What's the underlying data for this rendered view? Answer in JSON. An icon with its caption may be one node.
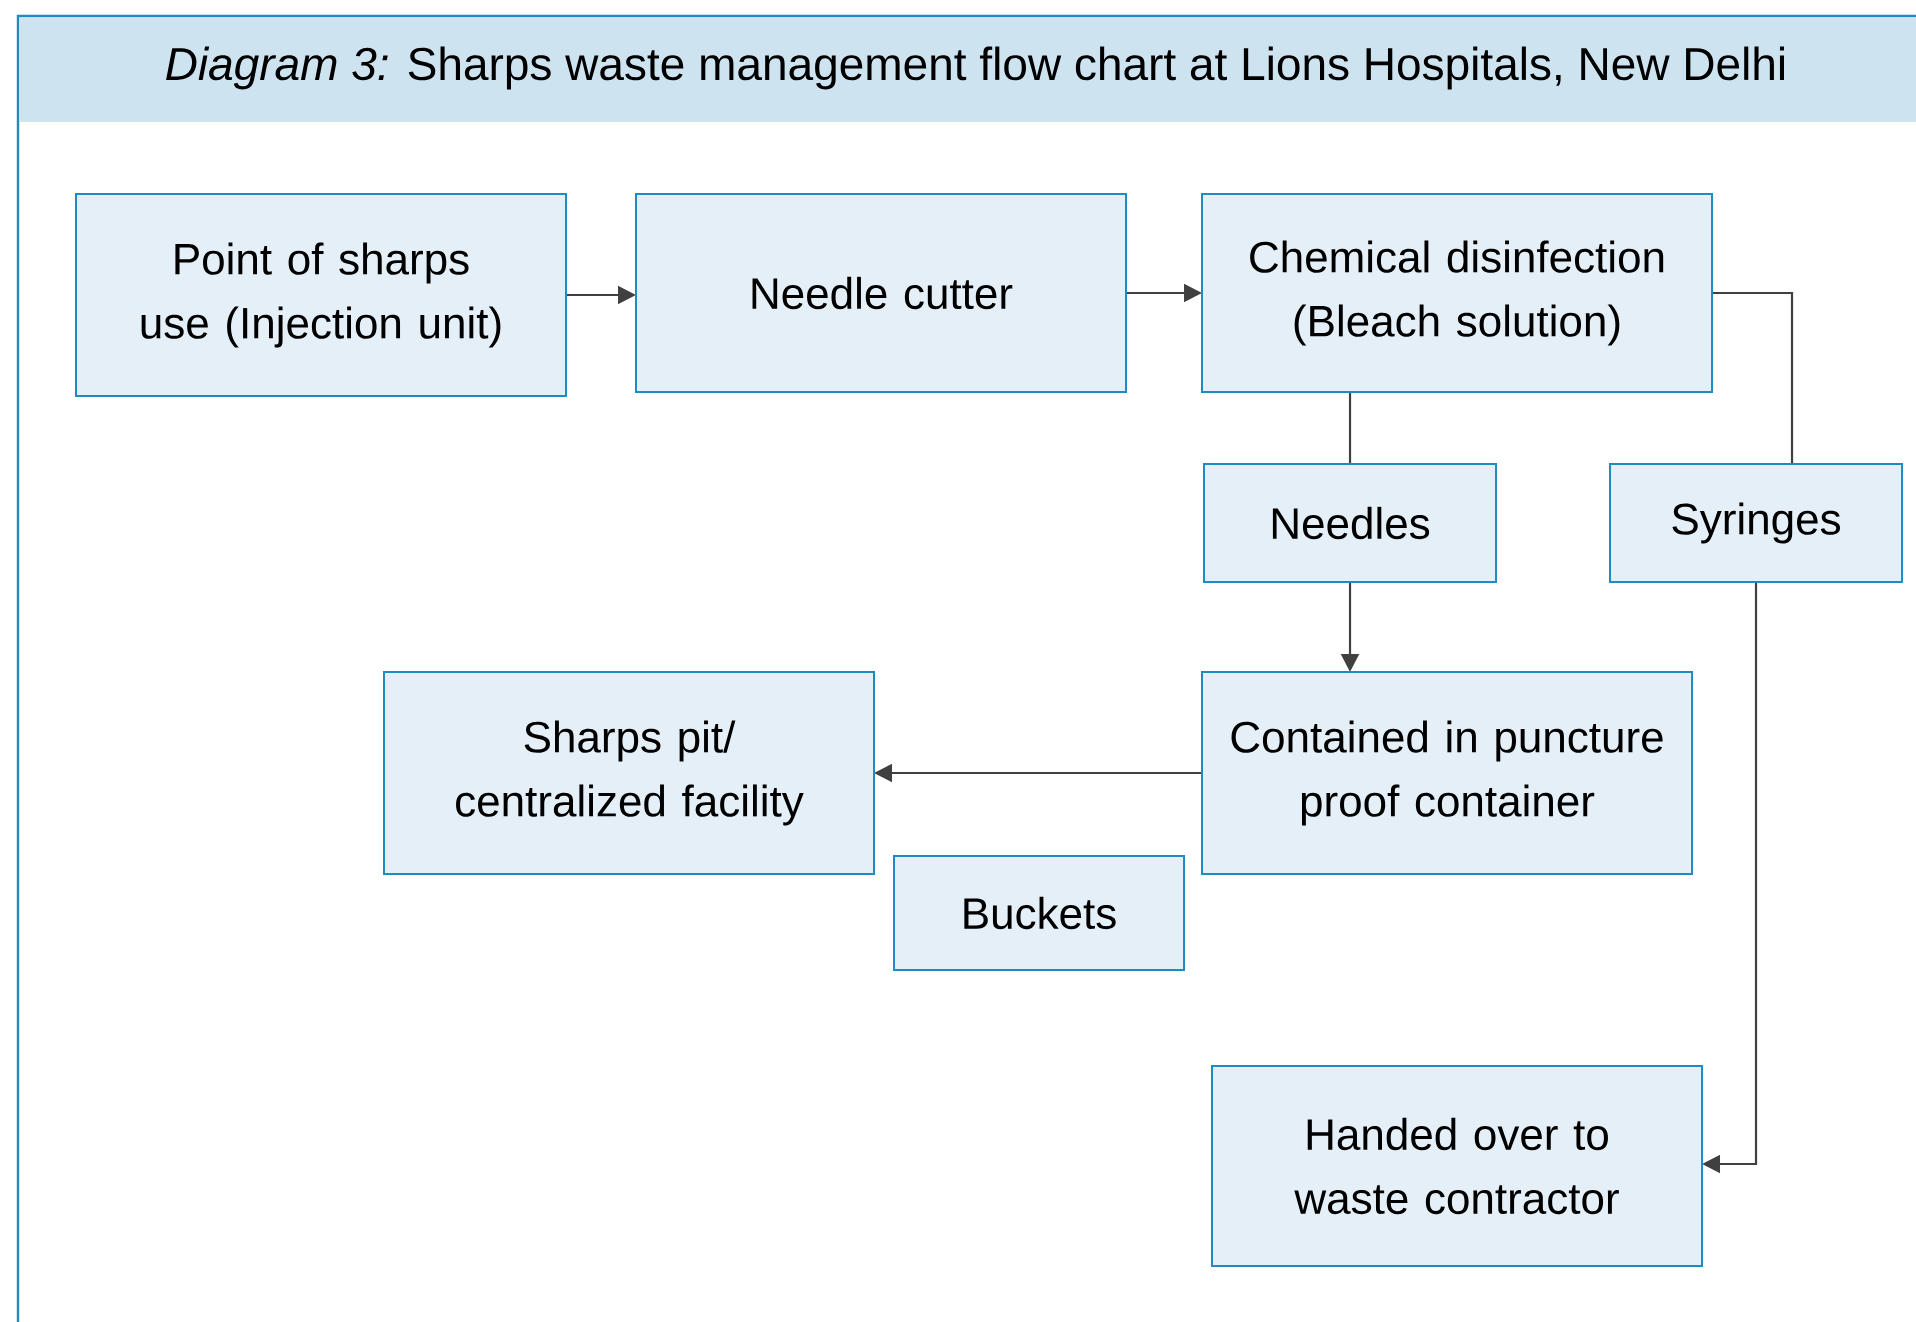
{
  "diagram": {
    "title": "*Diagram 3:* Sharps waste management flow chart at Lions Hospitals, New Delhi",
    "nodes": [
      {
        "text": [
          "Point of sharps use (Injection unit)"
        ]
      },
      {
        "text": [
          "Needle cutter"
        ]
      },
      {
        "text": [
          "Chemical disinfection (Bleach solution)"
        ]
      },
      {
        "text": [
          "Needles"
        ]
      },
      {
        "text": [
          "Syringes"
        ]
      },
      {
        "text": [
          "Sharps pit/ centralized facility"
        ]
      },
      {
        "text": [
          "Contained in puncture proof container"
        ]
      },
      {
        "text": [
          "Buckets"
        ]
      },
      {
        "text": [
          "Handed over to waste contractor"
        ]
      }
    ],
    "edges": [
      {
        "from": 0,
        "to": 1,
        "arrow": "to"
      },
      {
        "from": 1,
        "to": 2,
        "arrow": "to"
      },
      {
        "from": 2,
        "to": 3,
        "arrow": "none"
      },
      {
        "from": 2,
        "to": 4,
        "arrow": "none"
      },
      {
        "from": 3,
        "to": 6,
        "arrow": "to"
      },
      {
        "from": 6,
        "to": 5,
        "arrow": "to"
      },
      {
        "from": 4,
        "to": 8,
        "arrow": "to"
      }
    ]
  }
}
